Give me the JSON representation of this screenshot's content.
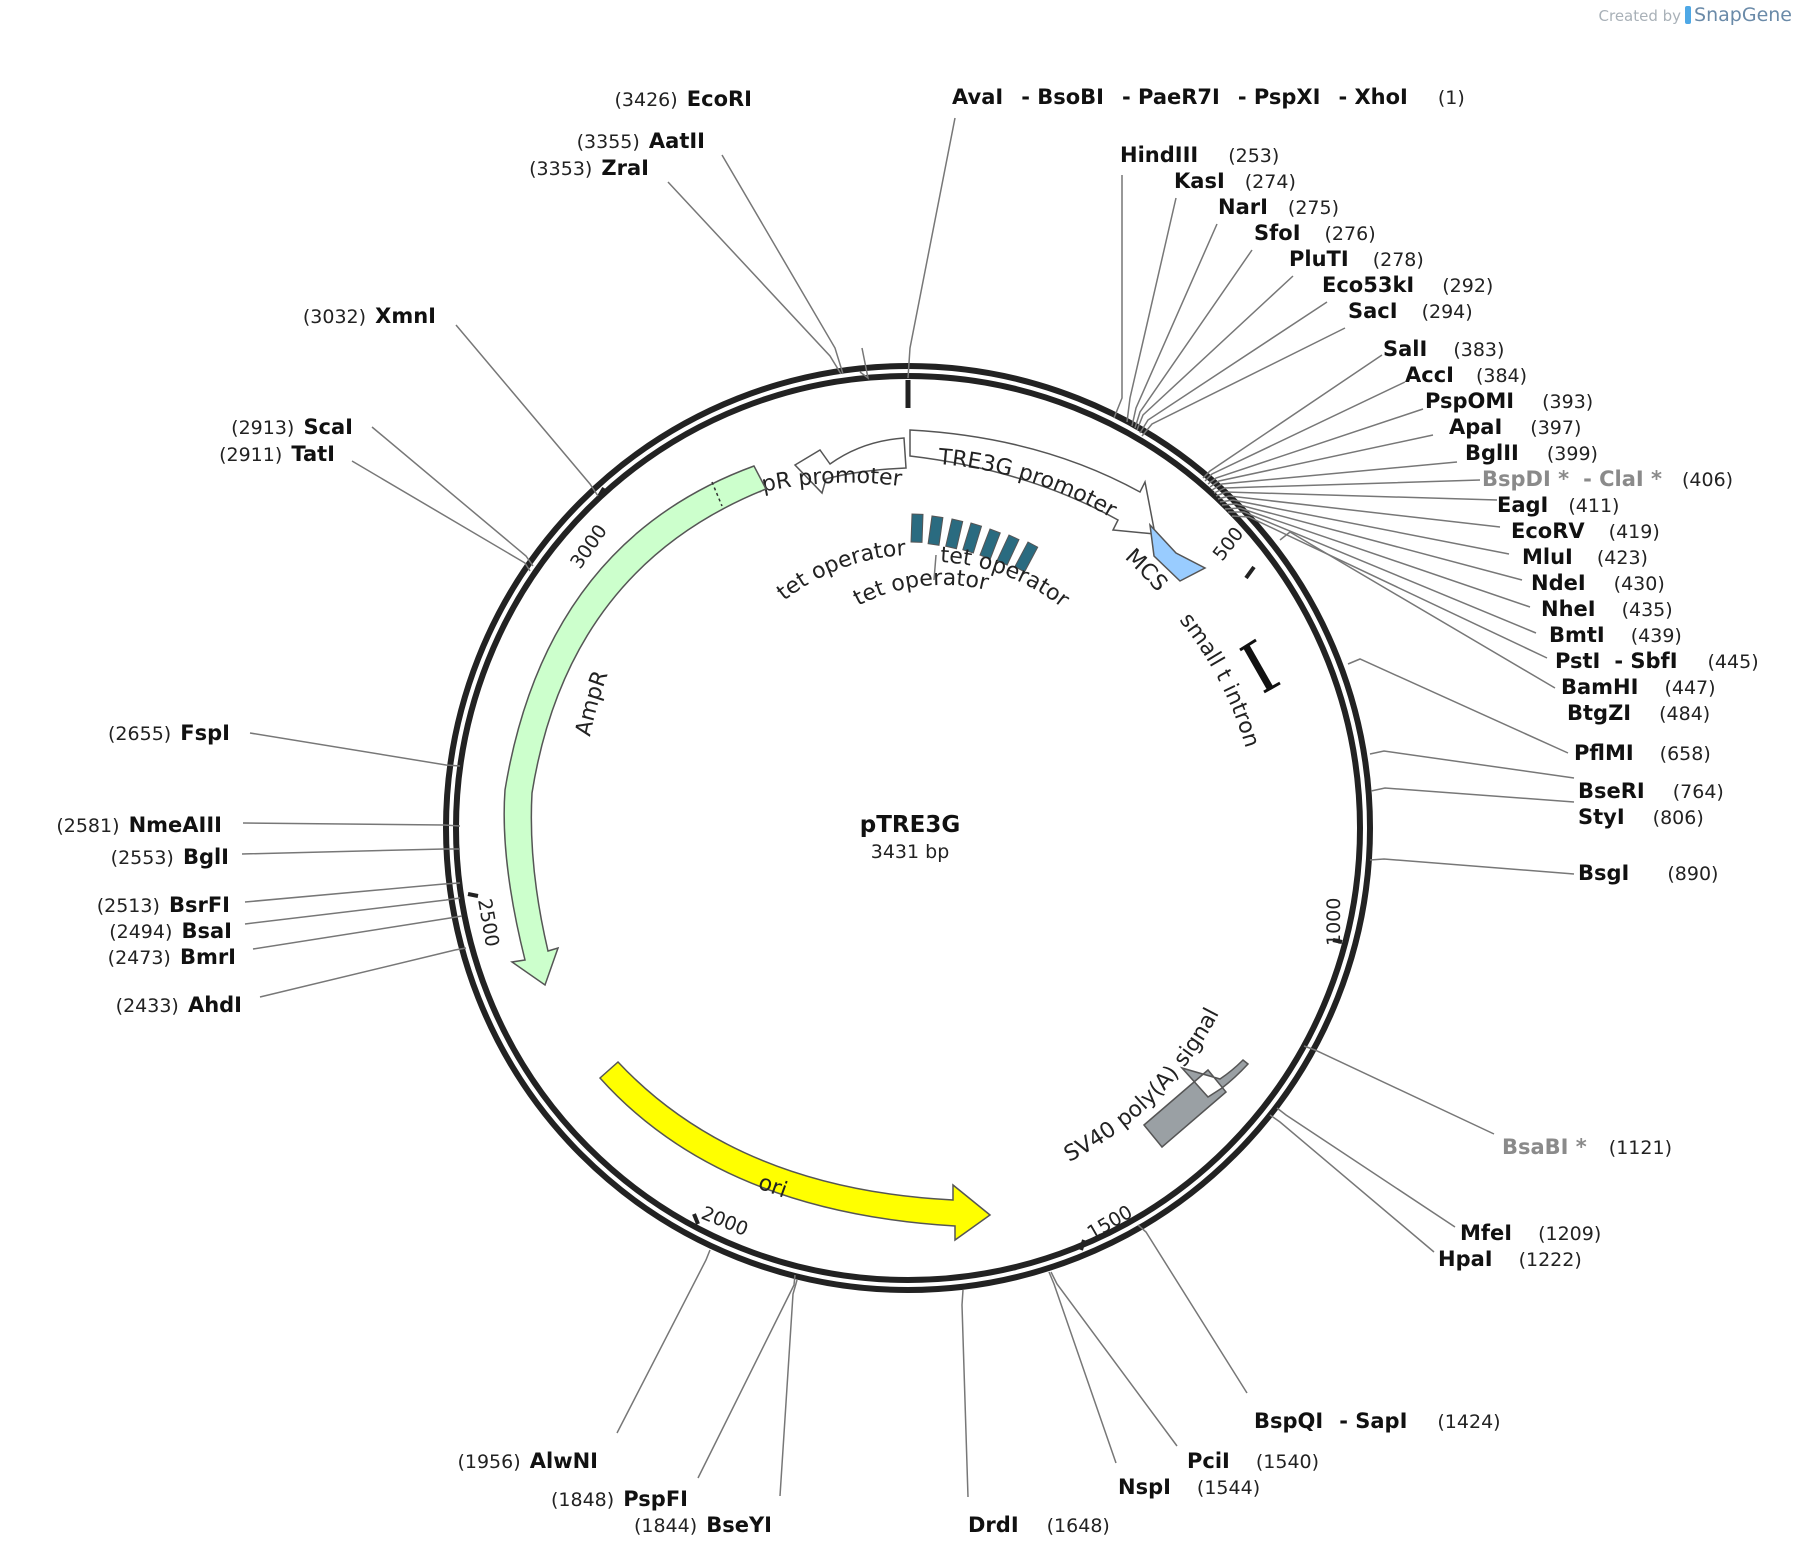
{
  "credit": {
    "created_by": "Created by",
    "brand": "SnapGene"
  },
  "plasmid": {
    "name": "pTRE3G",
    "length_label": "3431 bp",
    "length_bp": 3431
  },
  "ticks": [
    {
      "label": "500",
      "bp": 500
    },
    {
      "label": "1000",
      "bp": 1000
    },
    {
      "label": "1500",
      "bp": 1500
    },
    {
      "label": "2000",
      "bp": 2000
    },
    {
      "label": "2500",
      "bp": 2500
    },
    {
      "label": "3000",
      "bp": 3000
    }
  ],
  "features": [
    {
      "label": "AmpR promoter",
      "color": "#ffffff"
    },
    {
      "label": "AmpR",
      "color": "#ccffcc"
    },
    {
      "label": "TRE3G promoter",
      "color": "#ffffff"
    },
    {
      "label": "MCS",
      "color": "#99ccff"
    },
    {
      "label": "small t intron",
      "color": "#000000"
    },
    {
      "label": "tet operator",
      "color": "#2a6b80"
    },
    {
      "label": "tet operator",
      "color": "#2a6b80"
    },
    {
      "label": "tet operator",
      "color": "#2a6b80"
    },
    {
      "label": "SV40 poly(A) signal",
      "color": "#9aa0a4"
    },
    {
      "label": "ori",
      "color": "#ffff00"
    }
  ],
  "sites": [
    {
      "id": "ecori",
      "items": [
        {
          "text": "(3426)",
          "kind": "pos"
        },
        {
          "text": "EcoRI",
          "kind": "enz"
        }
      ]
    },
    {
      "id": "avai",
      "items": [
        {
          "text": "AvaI",
          "kind": "enz"
        },
        {
          "text": "- BsoBI",
          "kind": "enz"
        },
        {
          "text": "- PaeR7I",
          "kind": "enz"
        },
        {
          "text": "- PspXI",
          "kind": "enz"
        },
        {
          "text": "- XhoI",
          "kind": "enz"
        },
        {
          "text": "(1)",
          "kind": "pos"
        }
      ]
    },
    {
      "id": "aatii",
      "items": [
        {
          "text": "(3355)",
          "kind": "pos"
        },
        {
          "text": "AatII",
          "kind": "enz"
        }
      ]
    },
    {
      "id": "zrai",
      "items": [
        {
          "text": "(3353)",
          "kind": "pos"
        },
        {
          "text": "ZraI",
          "kind": "enz"
        }
      ]
    },
    {
      "id": "hindiii",
      "items": [
        {
          "text": "HindIII",
          "kind": "enz"
        },
        {
          "text": "(253)",
          "kind": "pos"
        }
      ]
    },
    {
      "id": "kasi",
      "items": [
        {
          "text": "KasI",
          "kind": "enz"
        },
        {
          "text": "(274)",
          "kind": "pos"
        }
      ]
    },
    {
      "id": "nari",
      "items": [
        {
          "text": "NarI",
          "kind": "enz"
        },
        {
          "text": "(275)",
          "kind": "pos"
        }
      ]
    },
    {
      "id": "sfoi",
      "items": [
        {
          "text": "SfoI",
          "kind": "enz"
        },
        {
          "text": "(276)",
          "kind": "pos"
        }
      ]
    },
    {
      "id": "pluti",
      "items": [
        {
          "text": "PluTI",
          "kind": "enz"
        },
        {
          "text": "(278)",
          "kind": "pos"
        }
      ]
    },
    {
      "id": "eco53ki",
      "items": [
        {
          "text": "Eco53kI",
          "kind": "enz"
        },
        {
          "text": "(292)",
          "kind": "pos"
        }
      ]
    },
    {
      "id": "saci",
      "items": [
        {
          "text": "SacI",
          "kind": "enz"
        },
        {
          "text": "(294)",
          "kind": "pos"
        }
      ]
    },
    {
      "id": "xmni",
      "items": [
        {
          "text": "(3032)",
          "kind": "pos"
        },
        {
          "text": "XmnI",
          "kind": "enz"
        }
      ]
    },
    {
      "id": "sali",
      "items": [
        {
          "text": "SalI",
          "kind": "enz"
        },
        {
          "text": "(383)",
          "kind": "pos"
        }
      ]
    },
    {
      "id": "acci",
      "items": [
        {
          "text": "AccI",
          "kind": "enz"
        },
        {
          "text": "(384)",
          "kind": "pos"
        }
      ]
    },
    {
      "id": "pspomi",
      "items": [
        {
          "text": "PspOMI",
          "kind": "enz"
        },
        {
          "text": "(393)",
          "kind": "pos"
        }
      ]
    },
    {
      "id": "scai",
      "items": [
        {
          "text": "(2913)",
          "kind": "pos"
        },
        {
          "text": "ScaI",
          "kind": "enz"
        }
      ]
    },
    {
      "id": "apai",
      "items": [
        {
          "text": "ApaI",
          "kind": "enz"
        },
        {
          "text": "(397)",
          "kind": "pos"
        }
      ]
    },
    {
      "id": "tati",
      "items": [
        {
          "text": "(2911)",
          "kind": "pos"
        },
        {
          "text": "TatI",
          "kind": "enz"
        }
      ]
    },
    {
      "id": "bglii",
      "items": [
        {
          "text": "BglII",
          "kind": "enz"
        },
        {
          "text": "(399)",
          "kind": "pos"
        }
      ]
    },
    {
      "id": "bspdi",
      "items": [
        {
          "text": "BspDI *",
          "kind": "enz",
          "grey": true
        },
        {
          "text": "- ClaI *",
          "kind": "enz",
          "grey": true
        },
        {
          "text": "(406)",
          "kind": "pos"
        }
      ]
    },
    {
      "id": "eagi",
      "items": [
        {
          "text": "EagI",
          "kind": "enz"
        },
        {
          "text": "(411)",
          "kind": "pos"
        }
      ]
    },
    {
      "id": "ecorv",
      "items": [
        {
          "text": "EcoRV",
          "kind": "enz"
        },
        {
          "text": "(419)",
          "kind": "pos"
        }
      ]
    },
    {
      "id": "mlui",
      "items": [
        {
          "text": "MluI",
          "kind": "enz"
        },
        {
          "text": "(423)",
          "kind": "pos"
        }
      ]
    },
    {
      "id": "ndei",
      "items": [
        {
          "text": "NdeI",
          "kind": "enz"
        },
        {
          "text": "(430)",
          "kind": "pos"
        }
      ]
    },
    {
      "id": "nhei",
      "items": [
        {
          "text": "NheI",
          "kind": "enz"
        },
        {
          "text": "(435)",
          "kind": "pos"
        }
      ]
    },
    {
      "id": "bmti",
      "items": [
        {
          "text": "BmtI",
          "kind": "enz"
        },
        {
          "text": "(439)",
          "kind": "pos"
        }
      ]
    },
    {
      "id": "psti",
      "items": [
        {
          "text": "PstI",
          "kind": "enz"
        },
        {
          "text": "- SbfI",
          "kind": "enz"
        },
        {
          "text": "(445)",
          "kind": "pos"
        }
      ]
    },
    {
      "id": "bamhi",
      "items": [
        {
          "text": "BamHI",
          "kind": "enz"
        },
        {
          "text": "(447)",
          "kind": "pos"
        }
      ]
    },
    {
      "id": "btgzi",
      "items": [
        {
          "text": "BtgZI",
          "kind": "enz"
        },
        {
          "text": "(484)",
          "kind": "pos"
        }
      ]
    },
    {
      "id": "fspi",
      "items": [
        {
          "text": "(2655)",
          "kind": "pos"
        },
        {
          "text": "FspI",
          "kind": "enz"
        }
      ]
    },
    {
      "id": "pflmi",
      "items": [
        {
          "text": "PflMI",
          "kind": "enz"
        },
        {
          "text": "(658)",
          "kind": "pos"
        }
      ]
    },
    {
      "id": "bseri",
      "items": [
        {
          "text": "BseRI",
          "kind": "enz"
        },
        {
          "text": "(764)",
          "kind": "pos"
        }
      ]
    },
    {
      "id": "styi",
      "items": [
        {
          "text": "StyI",
          "kind": "enz"
        },
        {
          "text": "(806)",
          "kind": "pos"
        }
      ]
    },
    {
      "id": "nmeaiii",
      "items": [
        {
          "text": "(2581)",
          "kind": "pos"
        },
        {
          "text": "NmeAIII",
          "kind": "enz"
        }
      ]
    },
    {
      "id": "bgli",
      "items": [
        {
          "text": "(2553)",
          "kind": "pos"
        },
        {
          "text": "BglI",
          "kind": "enz"
        }
      ]
    },
    {
      "id": "bsgi",
      "items": [
        {
          "text": "BsgI",
          "kind": "enz"
        },
        {
          "text": "(890)",
          "kind": "pos"
        }
      ]
    },
    {
      "id": "bsrfi",
      "items": [
        {
          "text": "(2513)",
          "kind": "pos"
        },
        {
          "text": "BsrFI",
          "kind": "enz"
        }
      ]
    },
    {
      "id": "bsai",
      "items": [
        {
          "text": "(2494)",
          "kind": "pos"
        },
        {
          "text": "BsaI",
          "kind": "enz"
        }
      ]
    },
    {
      "id": "bmri",
      "items": [
        {
          "text": "(2473)",
          "kind": "pos"
        },
        {
          "text": "BmrI",
          "kind": "enz"
        }
      ]
    },
    {
      "id": "ahdi",
      "items": [
        {
          "text": "(2433)",
          "kind": "pos"
        },
        {
          "text": "AhdI",
          "kind": "enz"
        }
      ]
    },
    {
      "id": "bsabi",
      "items": [
        {
          "text": "BsaBI *",
          "kind": "enz",
          "grey": true
        },
        {
          "text": "(1121)",
          "kind": "pos"
        }
      ]
    },
    {
      "id": "mfei",
      "items": [
        {
          "text": "MfeI",
          "kind": "enz"
        },
        {
          "text": "(1209)",
          "kind": "pos"
        }
      ]
    },
    {
      "id": "hpai",
      "items": [
        {
          "text": "HpaI",
          "kind": "enz"
        },
        {
          "text": "(1222)",
          "kind": "pos"
        }
      ]
    },
    {
      "id": "bspqi",
      "items": [
        {
          "text": "BspQI",
          "kind": "enz"
        },
        {
          "text": "- SapI",
          "kind": "enz"
        },
        {
          "text": "(1424)",
          "kind": "pos"
        }
      ]
    },
    {
      "id": "alwni",
      "items": [
        {
          "text": "(1956)",
          "kind": "pos"
        },
        {
          "text": "AlwNI",
          "kind": "enz"
        }
      ]
    },
    {
      "id": "pcii",
      "items": [
        {
          "text": "PciI",
          "kind": "enz"
        },
        {
          "text": "(1540)",
          "kind": "pos"
        }
      ]
    },
    {
      "id": "nspi",
      "items": [
        {
          "text": "NspI",
          "kind": "enz"
        },
        {
          "text": "(1544)",
          "kind": "pos"
        }
      ]
    },
    {
      "id": "pspfi",
      "items": [
        {
          "text": "(1848)",
          "kind": "pos"
        },
        {
          "text": "PspFI",
          "kind": "enz"
        }
      ]
    },
    {
      "id": "bseyi",
      "items": [
        {
          "text": "(1844)",
          "kind": "pos"
        },
        {
          "text": "BseYI",
          "kind": "enz"
        }
      ]
    },
    {
      "id": "drdi",
      "items": [
        {
          "text": "DrdI",
          "kind": "enz"
        },
        {
          "text": "(1648)",
          "kind": "pos"
        }
      ]
    }
  ]
}
